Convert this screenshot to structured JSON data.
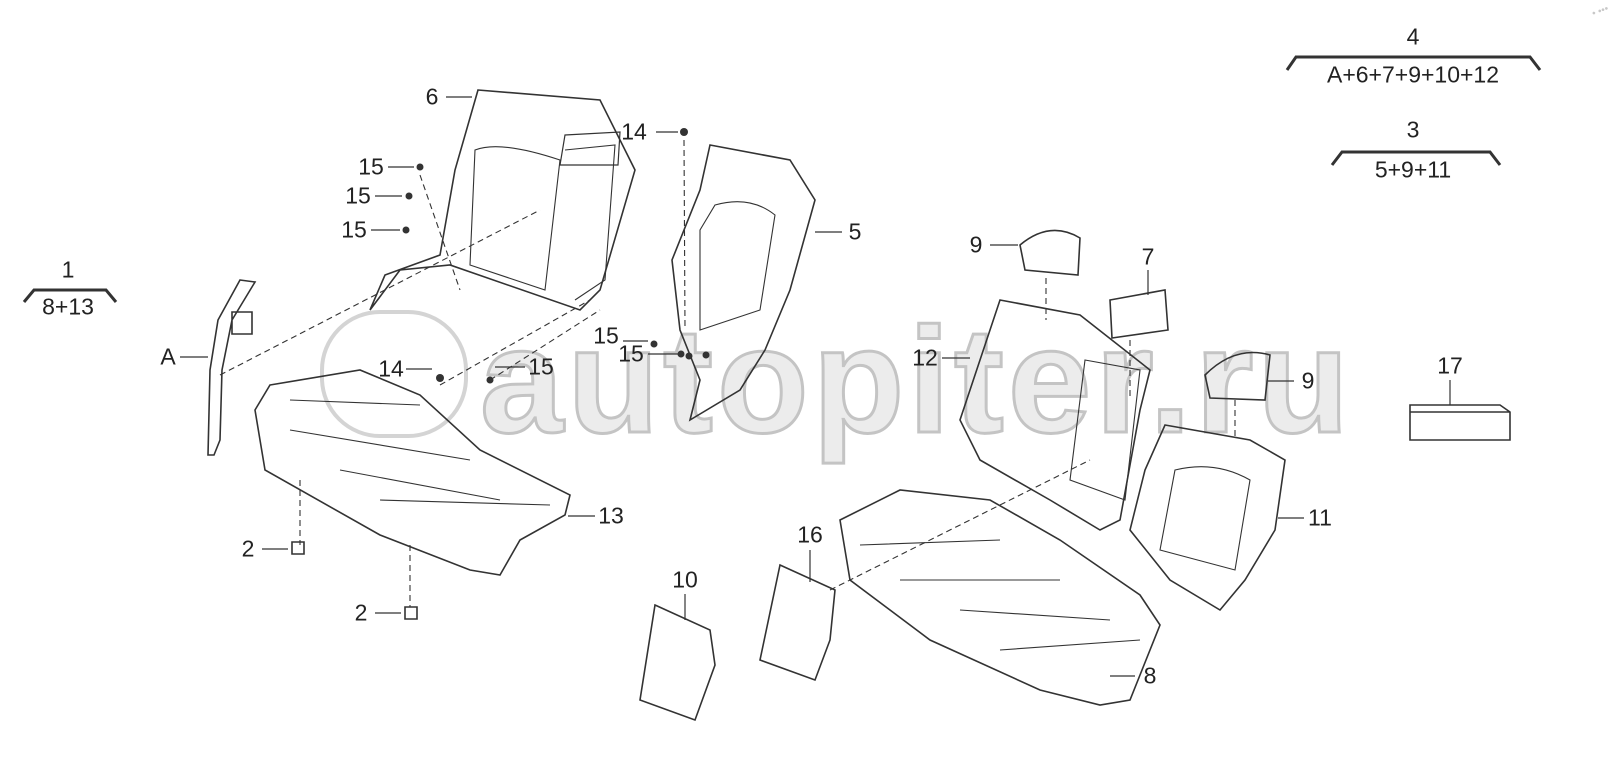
{
  "watermark": {
    "text": "autopiter.ru"
  },
  "corner_mark": "• •••",
  "assemblies": [
    {
      "number": "4",
      "composition": "A+6+7+9+10+12"
    },
    {
      "number": "3",
      "composition": "5+9+11"
    },
    {
      "number": "1",
      "composition": "8+13"
    }
  ],
  "callouts": [
    "6",
    "14",
    "15",
    "15",
    "15",
    "5",
    "9",
    "7",
    "A",
    "12",
    "14",
    "15",
    "15",
    "15",
    "9",
    "17",
    "13",
    "11",
    "2",
    "2",
    "16",
    "10",
    "8"
  ]
}
